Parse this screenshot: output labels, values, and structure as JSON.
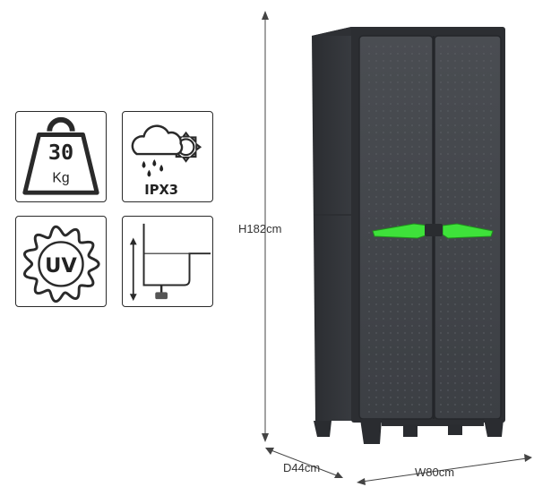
{
  "icons": {
    "weight": {
      "value": "30",
      "unit": "Kg",
      "icon": "weight-capacity-icon"
    },
    "water": {
      "label": "IPX3",
      "icon": "weather-rain-sun-icon"
    },
    "uv": {
      "label": "UV",
      "icon": "uv-resistant-icon"
    },
    "leg": {
      "icon": "adjustable-leg-icon"
    }
  },
  "dimensions": {
    "height": "H182cm",
    "depth": "D44cm",
    "width": "W80cm"
  },
  "colors": {
    "cabinet": "#3b3e43",
    "cabinet_dark": "#2c2e32",
    "handle": "#3ee23a",
    "outline": "#2a2a2a"
  }
}
